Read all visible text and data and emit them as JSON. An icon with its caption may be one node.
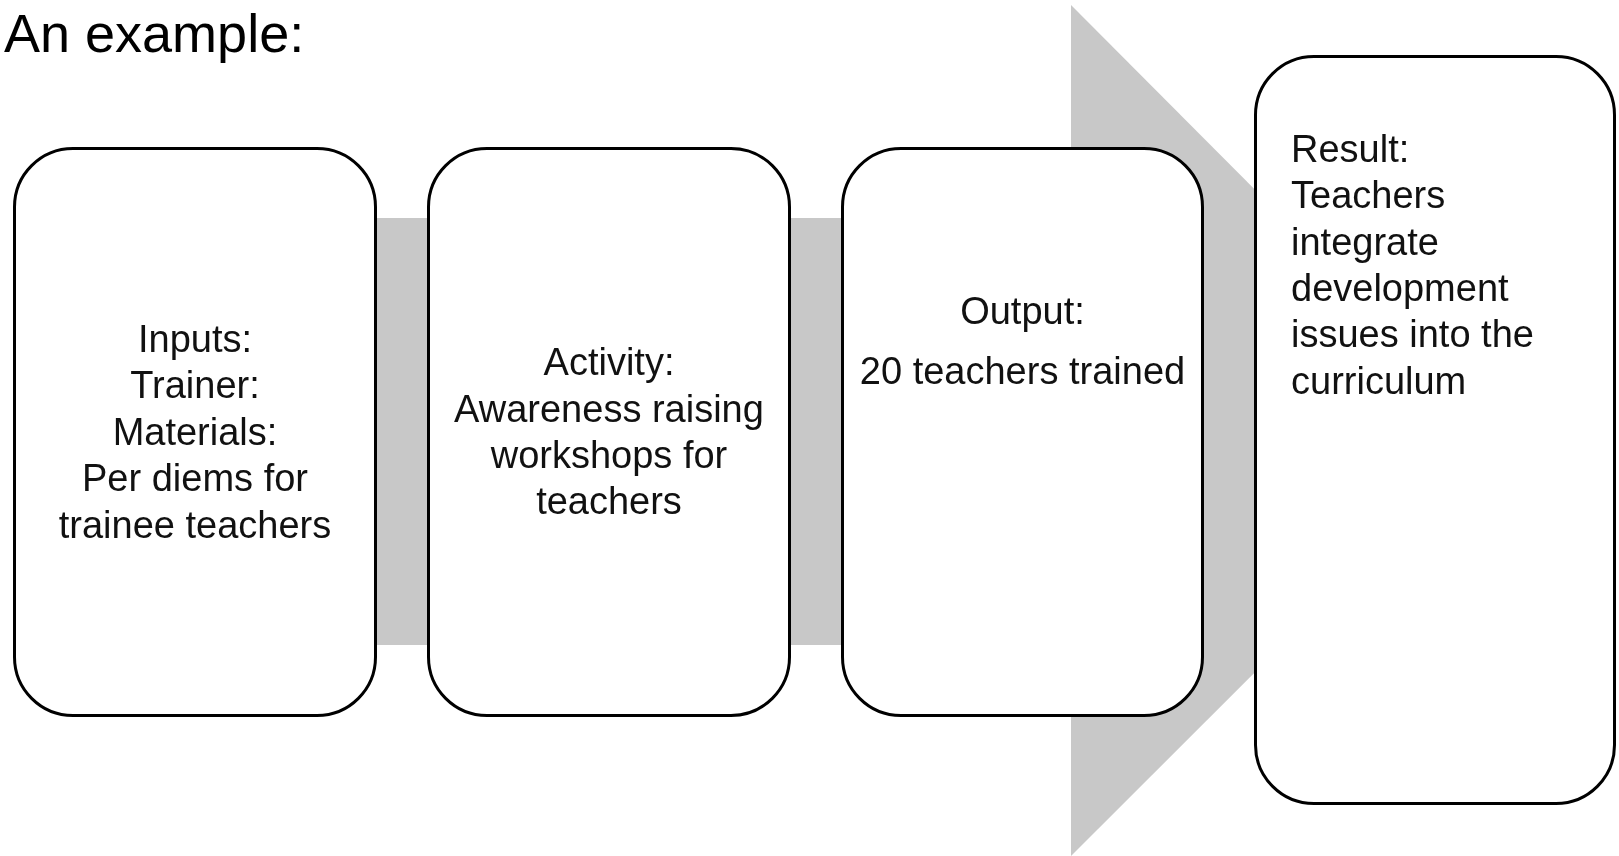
{
  "diagram": {
    "title": "An example:",
    "nodes": [
      {
        "text": [
          "Inputs:",
          "Trainer:",
          "Materials:",
          "Per diems for trainee teachers"
        ]
      },
      {
        "text": [
          "Activity:",
          "Awareness raising workshops for teachers"
        ]
      },
      {
        "text": [
          "Output:",
          "20 teachers trained"
        ]
      },
      {
        "text": [
          "Result:",
          "Teachers integrate development issues into the curriculum"
        ]
      }
    ],
    "edges": [
      {
        "from": 0,
        "to": 1,
        "arrow": "none",
        "style": "thick"
      },
      {
        "from": 1,
        "to": 2,
        "arrow": "none",
        "style": "thick"
      },
      {
        "from": 2,
        "to": 3,
        "arrow": "to",
        "style": "thick"
      }
    ]
  }
}
